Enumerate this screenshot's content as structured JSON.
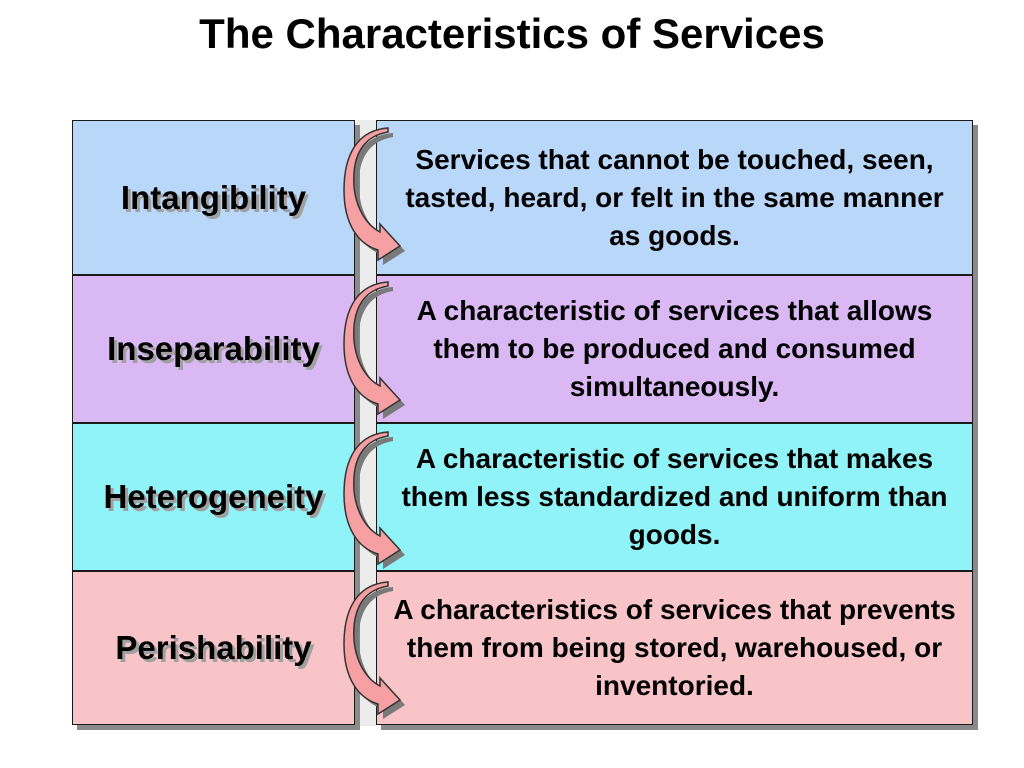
{
  "title": "The Characteristics of Services",
  "rows": [
    {
      "term": "Intangibility",
      "description": "Services that cannot be touched, seen, tasted, heard, or felt in the same manner as goods.",
      "color": "#b9d7f9"
    },
    {
      "term": "Inseparability",
      "description": "A characteristic of services that allows them to be produced and consumed simultaneously.",
      "color": "#d9b8f3"
    },
    {
      "term": "Heterogeneity",
      "description": "A characteristic of services that makes them less standardized and uniform than goods.",
      "color": "#8ff3f7"
    },
    {
      "term": "Perishability",
      "description": "A characteristics of services that prevents them from being stored, warehoused, or inventoried.",
      "color": "#f9c4c8"
    }
  ],
  "arrow_color": "#f6a0a3",
  "icons": {
    "connector": "curved-arrow-icon"
  }
}
